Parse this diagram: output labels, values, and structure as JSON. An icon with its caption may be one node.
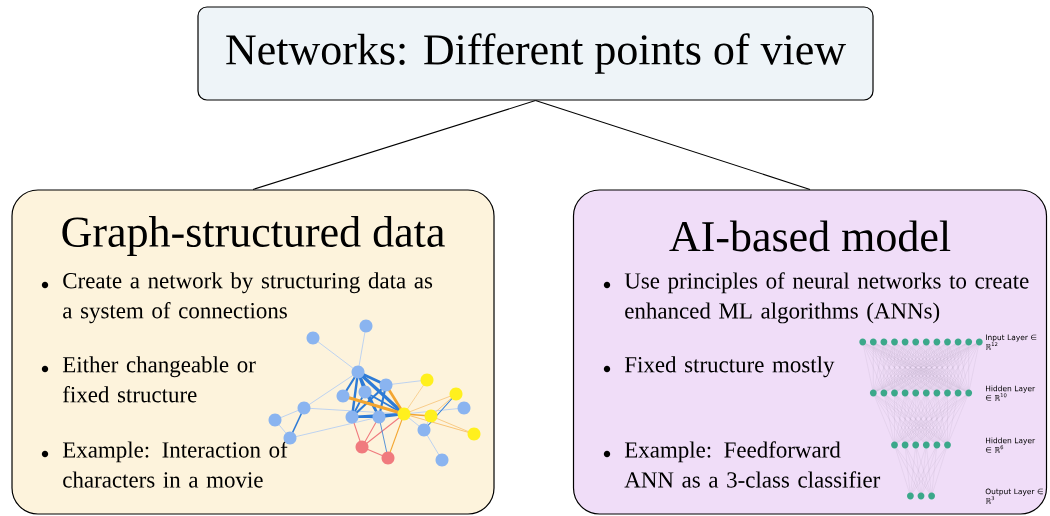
{
  "diagram": {
    "nodes": [
      {
        "text": [
          "Networks: Different points of view"
        ]
      },
      {
        "text": [
          "Graph-structured data",
          "Create a network by structuring data as a system of connections",
          "Either changeable or fixed structure",
          "Example: Interaction of characters in a movie"
        ]
      },
      {
        "text": [
          "AI-based model",
          "Use principles of neural networks to create enhanced ML algorithms (ANNs)",
          "Fixed structure mostly",
          "Example: Feedforward ANN as a 3-class classifier"
        ]
      }
    ],
    "edges": [
      {
        "from": 0,
        "to": 1,
        "arrow": "none"
      },
      {
        "from": 0,
        "to": 2,
        "arrow": "none"
      }
    ],
    "labels": [
      "Input Layer ∈ ℝ$^{12}$",
      "Hidden Layer ∈ ℝ$^{10}$",
      "Hidden Layer ∈ ℝ$^{6}$",
      "Output Layer ∈ ℝ$^{3}$"
    ]
  }
}
